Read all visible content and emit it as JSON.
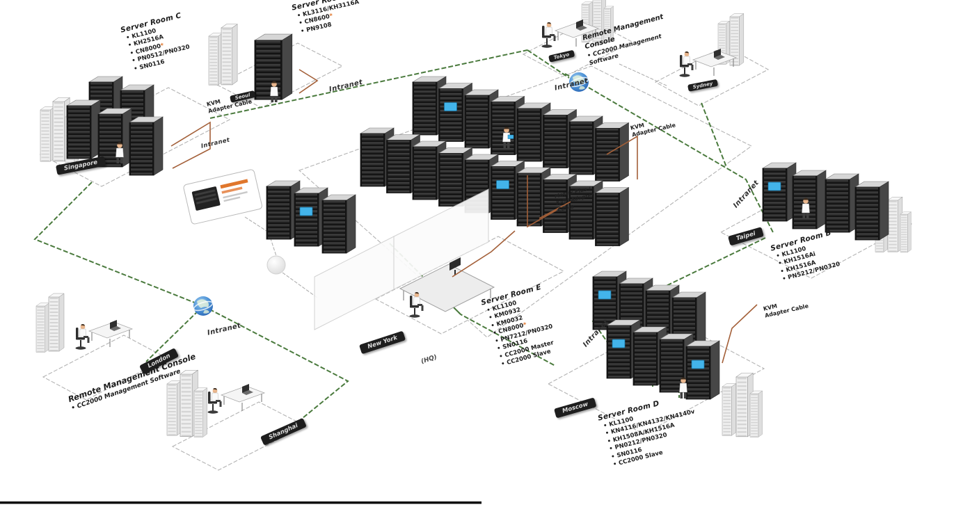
{
  "rooms": {
    "a": {
      "title": "Server Room A",
      "items": [
        "KL3116/KH3116A",
        "CN8600",
        "PN9108"
      ]
    },
    "b": {
      "title": "Server Room B",
      "items": [
        "KL1100",
        "KH1516Ai",
        "KH1516A",
        "PN5212/PN0320"
      ]
    },
    "c": {
      "title": "Server Room C",
      "items": [
        "KL1100",
        "KH2516A",
        "CN8000",
        "PN0512/PN0320",
        "SN0116"
      ]
    },
    "d": {
      "title": "Server Room D",
      "items": [
        "KL1100",
        "KN4116/KN4132/KN4140v",
        "KH1508A/KH1516A",
        "PN0212/PN0320",
        "SN0116",
        "CC2000 Slave"
      ]
    },
    "e": {
      "title": "Server Room E",
      "items": [
        "KL1100",
        "KM0932",
        "KM0032",
        "CN8000",
        "PN7212/PN0320",
        "SN0116",
        "CC2000 Master",
        "CC2000 Slave"
      ]
    }
  },
  "consoles": {
    "title": "Remote Management Console",
    "item": "CC2000 Management Software"
  },
  "labels": {
    "intranet": "Intranet",
    "kvm_line1": "KVM",
    "kvm_line2": "Adapter Cable",
    "matrix_line1": "Matrix Plus /",
    "matrix_line2": "KVM Adapter",
    "matrix_line3": "Cable",
    "hq": "(HQ)",
    "footnote": "*"
  },
  "city_tags": {
    "singapore": "Singapore",
    "seoul": "Seoul",
    "tokyo": "Tokyo",
    "sydney": "Sydney",
    "taipei": "Taipei",
    "moscow": "Moscow",
    "new_york": "New York",
    "london": "London",
    "shanghai": "Shanghai"
  },
  "colors": {
    "network_green": "#4a7a3d",
    "kvm_cable_brown": "#a35f38",
    "screen_blue": "#43b4ea",
    "accent_orange": "#e0762c"
  }
}
